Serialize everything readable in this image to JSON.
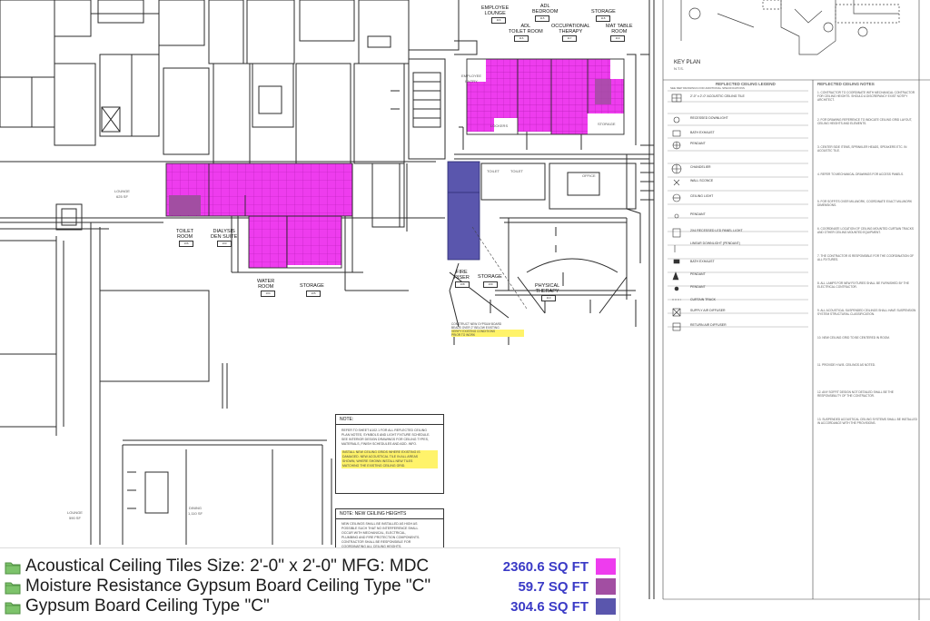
{
  "rooms": {
    "employee_lounge": {
      "name": "EMPLOYEE\nLOUNGE",
      "tag": "116"
    },
    "adl_bedroom": {
      "name": "ADL\nBEDROOM",
      "tag": "115"
    },
    "adl_toilet_room": {
      "name": "ADL\nTOILET ROOM",
      "tag": "116"
    },
    "occupational_therapy": {
      "name": "OCCUPATIONAL\nTHERAPY",
      "tag": "117"
    },
    "storage_top": {
      "name": "STORAGE",
      "tag": "118"
    },
    "mat_table_room": {
      "name": "MAT TABLE\nROOM",
      "tag": "119"
    },
    "employee_entry": {
      "name": "EMPLOYEE\nENTRY"
    },
    "lockers": {
      "name": "LOCKERS"
    },
    "storage_mid": {
      "name": "STORAGE"
    },
    "lounge": {
      "name": "LOUNGE\n625 SF"
    },
    "toilet_room": {
      "name": "TOILET\nROOM",
      "tag": "106"
    },
    "dialysis_den_suite": {
      "name": "DIALYSIS\nDEN SUITE",
      "tag": "103"
    },
    "water_room": {
      "name": "WATER\nROOM",
      "tag": "104"
    },
    "storage_lower": {
      "name": "STORAGE",
      "tag": "105"
    },
    "fire_riser": {
      "name": "FIRE\nRISER",
      "tag": "108"
    },
    "storage_riser": {
      "name": "STORAGE",
      "tag": "109"
    },
    "physical_therapy": {
      "name": "PHYSICAL\nTHERAPY",
      "tag": "110"
    },
    "toilet_a": {
      "name": "TOILET"
    },
    "toilet_b": {
      "name": "TOILET"
    },
    "office": {
      "name": "OFFICE"
    },
    "dining": {
      "name": "DINING\n1,110 SF"
    },
    "lounge_lower": {
      "name": "LOUNGE\n590 SF"
    }
  },
  "key_plan": {
    "title": "KEY PLAN",
    "scale": "N.T.S."
  },
  "reflected_ceiling_legend": {
    "title": "REFLECTED CEILING LEGEND",
    "subtitle": "SEE MEP DRAWINGS FOR ADDITIONAL SPECIFICATIONS",
    "items": [
      "2'-0\" x 2'-0\" ACOUSTIC CEILING TILE",
      "RECESSED DOWNLIGHT",
      "BATH EXHAUST",
      "PENDANT",
      "CHANDELIER",
      "WALL SCONCE",
      "CEILING LIGHT",
      "PENDANT",
      "2X4 RECESSED LED PANEL LIGHT",
      "LINEAR DOWNLIGHT (PENDANT)",
      "BATH EXHAUST",
      "PENDANT",
      "PENDANT",
      "CURTAIN TRACK",
      "SUPPLY AIR DIFFUSER",
      "RETURN AIR DIFFUSER"
    ]
  },
  "reflected_ceiling_notes": {
    "title": "REFLECTED CEILING NOTES",
    "items": [
      "1. CONTRACTOR TO COORDINATE WITH MECHANICAL CONTRACTOR FOR CEILING HEIGHTS. SHOULD A DISCREPANCY EXIST NOTIFY ARCHITECT.",
      "2. FOR DRAWING REFERENCE TO INDICATE CEILING GRID LAYOUT, CEILING HEIGHTS AND ELEMENTS.",
      "3. CENTER SIDE ITEMS, SPRINKLER HEADS, SPEAKERS ETC. IN ACOUSTIC TILE.",
      "4. REFER TO MECHANICAL DRAWINGS FOR ACCESS PANELS.",
      "5. FOR SOFFITS OVER MILLWORK, COORDINATE EXACT MILLWORK DIMENSIONS.",
      "6. COORDINATE LOCATION OF CEILING MOUNTED CURTAIN TRACKS AND OTHER CEILING MOUNTED EQUIPMENT.",
      "7. THE CONTRACTOR IS RESPONSIBLE FOR THE COORDINATION OF ALL FIXTURES.",
      "8. ALL LAMPS FOR NEW FIXTURES SHALL BE FURNISHED BY THE ELECTRICAL CONTRACTOR.",
      "9. ALL ACOUSTICAL SUSPENDED CEILINGS SHALL HAVE SUSPENSION SYSTEM STRUCTURAL CLASSIFICATION.",
      "10. NEW CEILING GRID TO BE CENTERED IN ROOM.",
      "11. PROVIDE H.W.B. CEILINGS AS NOTED.",
      "12. ANY SOFFIT DESIGN NOT DETAILED SHALL BE THE RESPONSIBILITY OF THE CONTRACTOR.",
      "13. SUSPENDED ACOUSTICAL CEILING SYSTEMS SHALL BE INSTALLED IN ACCORDANCE WITH THE PROVISIONS."
    ]
  },
  "gypsum_callout": {
    "lines": [
      "CONSTRUCT NEW GYPSUM BOARD",
      "BEADS OVER 2\" BELOW EXISTING"
    ],
    "highlight_lines": [
      "VERIFY EXISTING CONDITIONS",
      "PRIOR TO WORK"
    ]
  },
  "note_box_1": {
    "title": "NOTE:",
    "lines": [
      "REFER TO SHEET A102.1 FOR ALL REFLECTED CEILING",
      "PLAN NOTES, SYMBOLS AND LIGHT FIXTURE SCHEDULE.",
      "SEE INTERIOR DESIGN DRAWINGS FOR CEILING TYPES,",
      "MATERIALS, FINISH SCHEDULES AND ADD. INFO."
    ],
    "highlight_lines": [
      "INSTALL NEW CEILING GRIDS WHERE EXISTING IS",
      "DAMAGED. NEW ACOUSTICAL TILE IN ALL AREAS",
      "SHOWN, WHERE SHOWN INSTALL NEW TILES",
      "MATCHING THE EXISTING CEILING GRID."
    ]
  },
  "note_box_2": {
    "title": "NOTE: NEW CEILING HEIGHTS",
    "lines": [
      "NEW CEILINGS SHALL BE INSTALLED AS HIGH AS",
      "POSSIBLE SUCH THAT NO INTERFERENCE SHALL",
      "OCCUR WITH MECHANICAL, ELECTRICAL,",
      "PLUMBING AND FIRE PROTECTION COMPONENTS.",
      "CONTRACTOR SHALL BE RESPONSIBLE FOR",
      "COORDINATING ALL CEILING HEIGHTS."
    ]
  },
  "legend": {
    "items": [
      {
        "label": "Acoustical Ceiling Tiles Size: 2'-0\" x 2'-0\" MFG: MDC",
        "value": "2360.6 SQ FT",
        "color": "#ee3cee"
      },
      {
        "label": "Moisture Resistance Gypsum Board Ceiling Type \"C\"",
        "value": "59.7 SQ FT",
        "color": "#a24ea2"
      },
      {
        "label": "Gypsum Board Ceiling Type \"C\"",
        "value": "304.6 SQ FT",
        "color": "#5a56ad"
      }
    ],
    "icon": "green-folder-icon"
  },
  "colors": {
    "acoustical": "#ee3cee",
    "moisture_gypsum": "#a24ea2",
    "gypsum": "#5a56ad",
    "linework": "#2b2b2b",
    "highlight": "#fff36a",
    "legend_value": "#3a3ac6",
    "legend_icon": "#7dc36b"
  }
}
